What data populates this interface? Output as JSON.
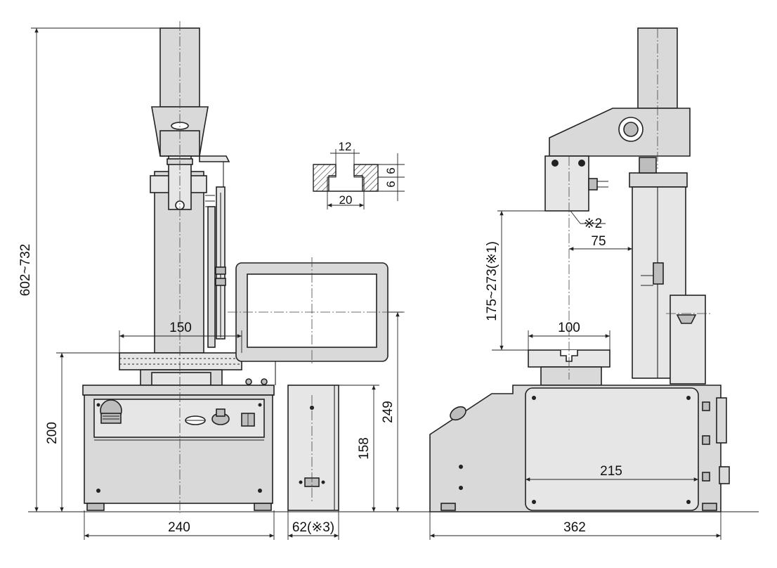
{
  "dimensions": {
    "total_height": "602~732",
    "work_table_width": "150",
    "slot_width_top": "12",
    "slot_depth": "6",
    "slot_depth_2": "6",
    "slot_width_bottom": "20",
    "table_height": "200",
    "base_width_front": "240",
    "controller_height": "158",
    "controller_width": "62(※3)",
    "display_height": "249",
    "stroke_range": "175~273(※1)",
    "head_note": "※2",
    "throat_depth": "75",
    "side_table_width": "100",
    "side_panel_width": "215",
    "base_depth": "362"
  },
  "colors": {
    "body": "#d9d9d9",
    "line": "#222222",
    "background": "#ffffff"
  }
}
